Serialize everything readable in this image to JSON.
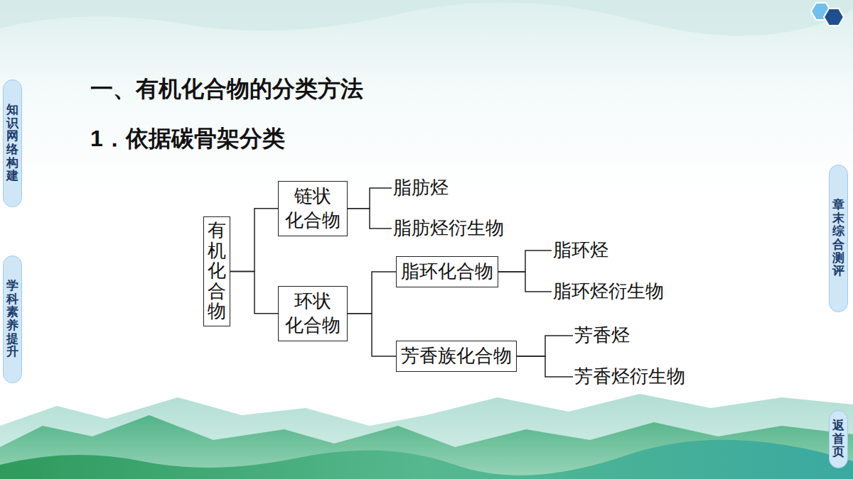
{
  "diagram": {
    "title": "一、有机化合物的分类方法",
    "nodes": [
      {
        "text": [
          "知识网络构建"
        ]
      },
      {
        "text": [
          "学科素养提升"
        ]
      },
      {
        "text": [
          "有机化合物"
        ]
      },
      {
        "text": [
          "链状 化合物"
        ]
      },
      {
        "text": [
          "脂肪烃"
        ]
      },
      {
        "text": [
          "脂肪烃衍生物"
        ]
      },
      {
        "text": [
          "环状 化合物"
        ]
      },
      {
        "text": [
          "脂环化合物"
        ]
      },
      {
        "text": [
          "脂环烃"
        ]
      },
      {
        "text": [
          "脂环烃衍生物"
        ]
      },
      {
        "text": [
          "芳香族化合物"
        ]
      },
      {
        "text": [
          "芳香烃"
        ]
      },
      {
        "text": [
          "芳香烃衍生物"
        ]
      },
      {
        "text": [
          "章末综合测评"
        ]
      },
      {
        "text": [
          "返首页"
        ]
      }
    ],
    "edges": [
      {
        "from": 2,
        "to": 3,
        "arrow": "none"
      },
      {
        "from": 2,
        "to": 6,
        "arrow": "none"
      },
      {
        "from": 3,
        "to": 4,
        "arrow": "none"
      },
      {
        "from": 3,
        "to": 5,
        "arrow": "none"
      },
      {
        "from": 6,
        "to": 7,
        "arrow": "none"
      },
      {
        "from": 6,
        "to": 10,
        "arrow": "none"
      },
      {
        "from": 7,
        "to": 8,
        "arrow": "none"
      },
      {
        "from": 7,
        "to": 9,
        "arrow": "none"
      },
      {
        "from": 10,
        "to": 11,
        "arrow": "none"
      },
      {
        "from": 10,
        "to": 12,
        "arrow": "none"
      }
    ],
    "labels": [
      "1．依据碳骨架分类"
    ]
  }
}
